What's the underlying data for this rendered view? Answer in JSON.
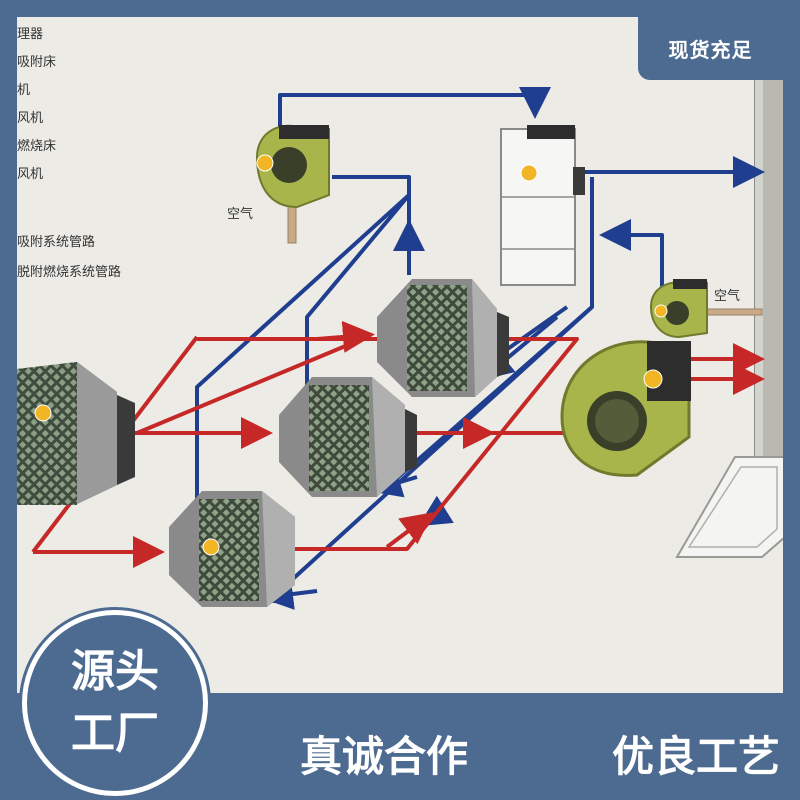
{
  "badge": {
    "label": "现货充足"
  },
  "circle": {
    "line1": "源头",
    "line2": "工厂"
  },
  "slogan": {
    "left": "真诚合作",
    "right": "优良工艺"
  },
  "legend": [
    {
      "text": "理器"
    },
    {
      "text": "吸附床"
    },
    {
      "text": "机"
    },
    {
      "text": "风机"
    },
    {
      "text": "燃烧床"
    },
    {
      "text": "风机"
    },
    {
      "text": "吸附系统管路"
    },
    {
      "text": "脱附燃烧系统管路"
    }
  ],
  "labels": {
    "air_left": "空气",
    "air_right": "空气"
  },
  "colors": {
    "frame": "#4d6b91",
    "adsorption_pipe": "#1f3e8f",
    "desorption_pipe": "#c62828",
    "fan": "#a8b54a",
    "unit": "#7a7a7a",
    "marker": "#f2b526"
  }
}
